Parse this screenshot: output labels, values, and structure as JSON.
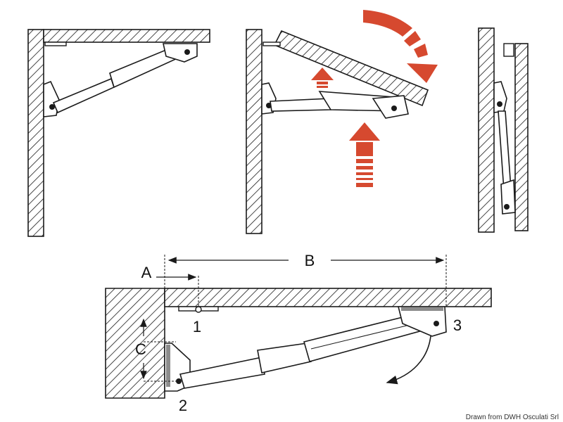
{
  "labels": {
    "dim_a": "A",
    "dim_b": "B",
    "dim_c": "C",
    "point_1": "1",
    "point_2": "2",
    "point_3": "3"
  },
  "credit": "Drawn from DWH Osculati Srl",
  "colors": {
    "ink": "#1a1a1a",
    "arrow_red": "#d6492f",
    "paper": "#ffffff"
  },
  "icons": [
    "rotate-arrow-icon",
    "up-arrow-icon",
    "curved-arrow-icon"
  ]
}
